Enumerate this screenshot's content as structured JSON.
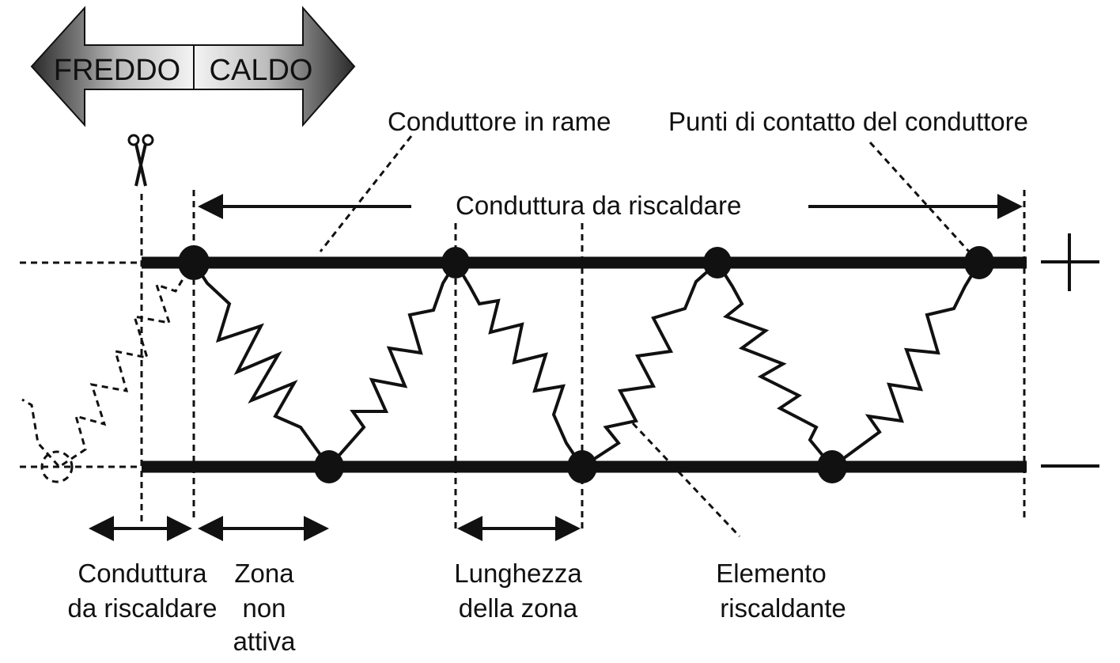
{
  "arrow_banner": {
    "cold_label": "FREDDO",
    "hot_label": "CALDO"
  },
  "labels": {
    "copper_conductor": "Conduttore in rame",
    "contact_points": "Punti di contatto del conduttore",
    "pipe_to_heat_top": "Conduttura da riscaldare",
    "pipe_to_heat_bottom_line1": "Conduttura",
    "pipe_to_heat_bottom_line2": "da riscaldare",
    "inactive_zone_line1": "Zona",
    "inactive_zone_line2": "non",
    "inactive_zone_line3": "attiva",
    "zone_length_line1": "Lunghezza",
    "zone_length_line2": "della zona",
    "heating_element_line1": "Elemento",
    "heating_element_line2": "riscaldante",
    "plus_sign": "+",
    "minus_sign": "—"
  },
  "icons": {
    "cut_marker": "scissors-icon"
  },
  "colors": {
    "ink": "#111111",
    "arrow_gradient_dark": "#2a2a2a",
    "arrow_gradient_light": "#f4f4f4"
  }
}
